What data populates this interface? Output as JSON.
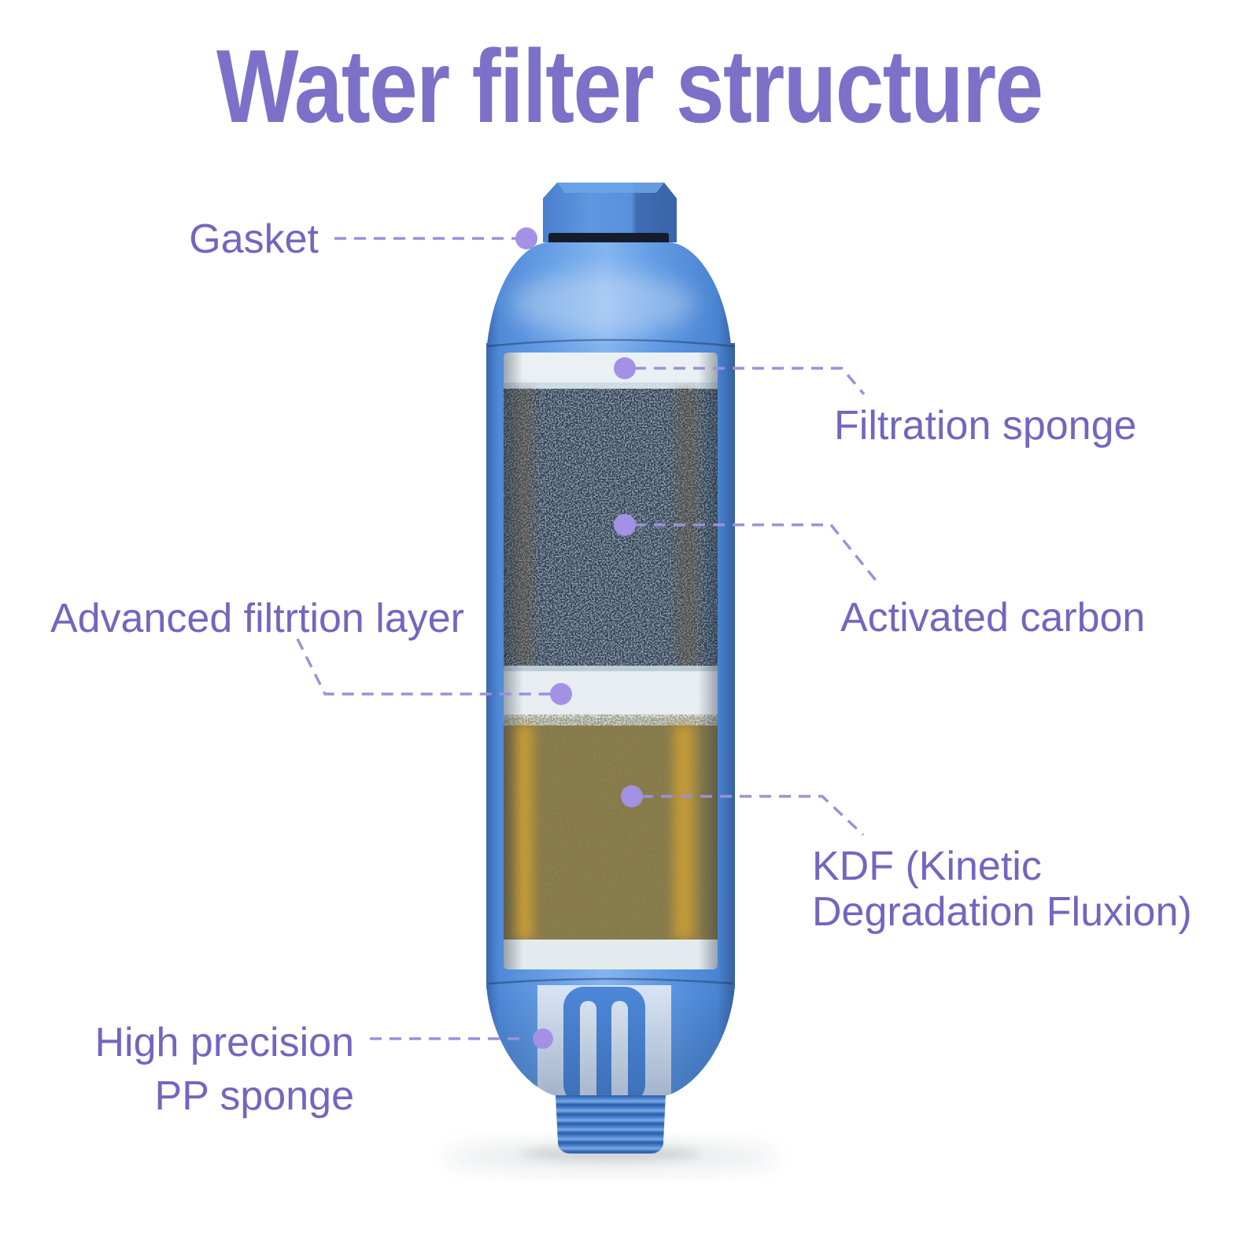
{
  "title": "Water filter structure",
  "callouts": {
    "gasket": "Gasket",
    "filtration_sponge": "Filtration sponge",
    "advanced_filtration": "Advanced filtrtion layer",
    "activated_carbon": "Activated carbon",
    "kdf": "KDF (Kinetic Degradation Fluxion)",
    "pp_sponge": "High precision PP sponge"
  },
  "colors": {
    "title_purple": "#7C71C8",
    "label_purple": "#7167BF",
    "leader_dash_purple": "#9C90DC",
    "dot_purple": "#A391E6",
    "body_blue_mid": "#528CDA",
    "body_blue_highlight": "#85B5F0",
    "body_blue_edge": "#3A67AE",
    "gasket_dark": "#141D29",
    "carbon_dark": "#2B3D50",
    "kdf_olive": "#8D7F4F",
    "kdf_gold": "#D2A233",
    "sponge_white": "#EAF0F3",
    "background": "#FFFFFF"
  }
}
